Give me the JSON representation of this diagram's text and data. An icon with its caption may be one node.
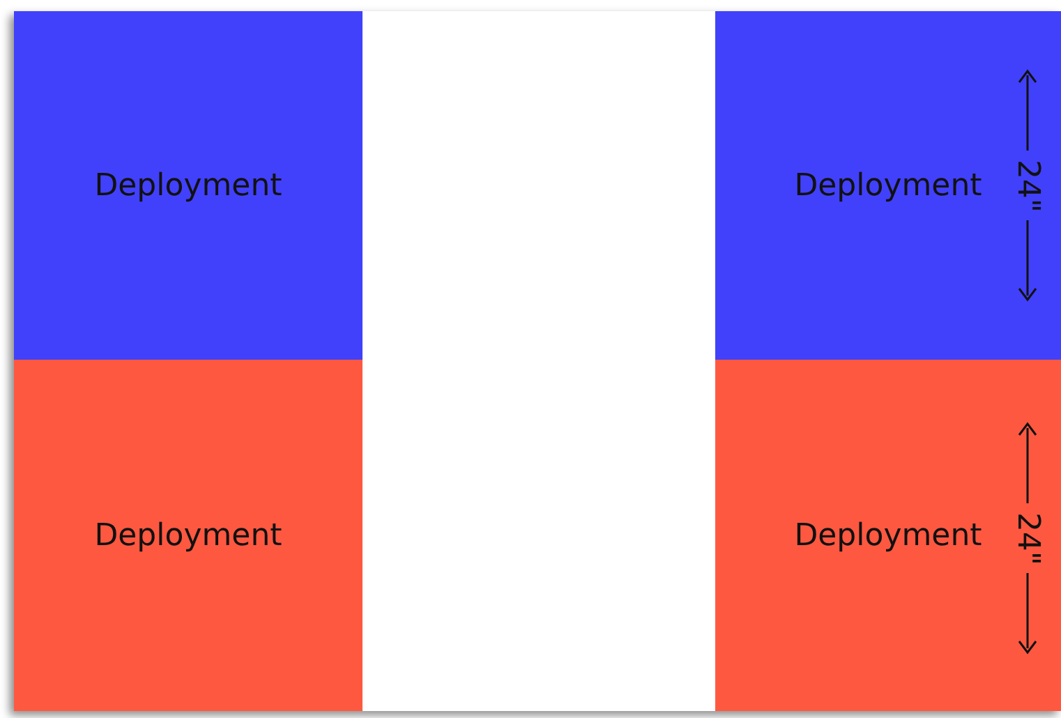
{
  "diagram": {
    "nodes": [
      {
        "text": [
          "Deployment"
        ]
      },
      {
        "text": [
          "Deployment"
        ]
      },
      {
        "text": [
          "Deployment"
        ]
      },
      {
        "text": [
          "Deployment"
        ]
      }
    ],
    "edges": [],
    "labels": [
      "24\"",
      "24\""
    ]
  }
}
